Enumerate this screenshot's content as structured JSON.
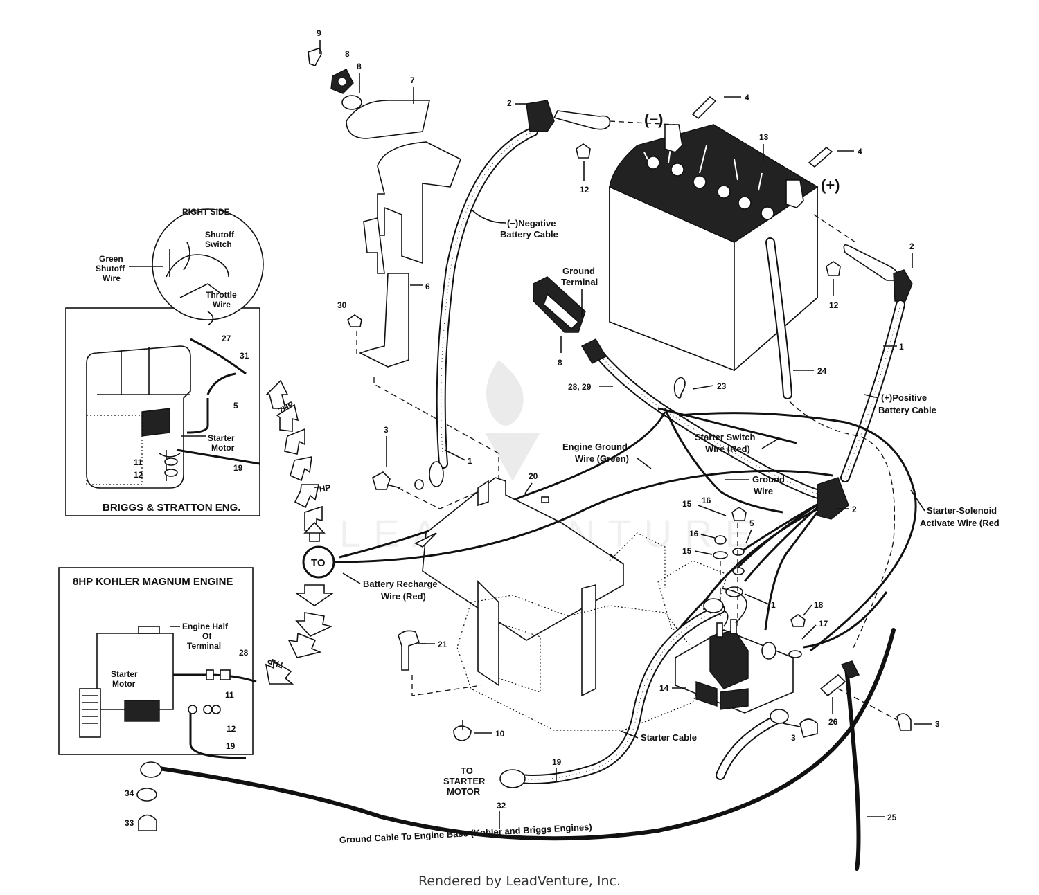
{
  "labels": {
    "right_side": "RIGHT SIDE",
    "shutoff_switch_1": "Shutoff",
    "shutoff_switch_2": "Switch",
    "green_shutoff_1": "Green",
    "green_shutoff_2": "Shutoff",
    "green_shutoff_3": "Wire",
    "throttle_1": "Throttle",
    "throttle_2": "Wire",
    "starter_motor_1": "Starter",
    "starter_motor_2": "Motor",
    "briggs": "BRIGGS & STRATTON ENG.",
    "kohler": "8HP KOHLER MAGNUM ENGINE",
    "engine_half_1": "Engine Half",
    "engine_half_2": "Of",
    "engine_half_3": "Terminal",
    "kohler_starter_1": "Starter",
    "kohler_starter_2": "Motor",
    "neg_cable_1": "(−)Negative",
    "neg_cable_2": "Battery Cable",
    "ground_terminal_1": "Ground",
    "ground_terminal_2": "Terminal",
    "neg_sign": "(−)",
    "pos_sign": "(+)",
    "pos_cable_1": "(+)Positive",
    "pos_cable_2": "Battery Cable",
    "engine_ground_1": "Engine Ground",
    "engine_ground_2": "Wire (Green)",
    "starter_switch_1": "Starter Switch",
    "starter_switch_2": "Wire (Red)",
    "ground_wire_1": "Ground",
    "ground_wire_2": "Wire",
    "solenoid_1": "Starter-Solenoid",
    "solenoid_2": "Activate Wire (Red",
    "to": "TO",
    "recharge_1": "Battery Recharge",
    "recharge_2": "Wire (Red)",
    "starter_cable": "Starter Cable",
    "to_starter_1": "TO",
    "to_starter_2": "STARTER",
    "to_starter_3": "MOTOR",
    "ground_cable": "Ground Cable To Engine Base (Kohler and Briggs Engines)",
    "hp7": "7HP",
    "watermark": "LEADVENTURE"
  },
  "parts": {
    "p1a": "1",
    "p1b": "1",
    "p1c": "1",
    "p2a": "2",
    "p2b": "2",
    "p2c": "2",
    "p3a": "3",
    "p3b": "3",
    "p3c": "3",
    "p4a": "4",
    "p4b": "4",
    "p5a": "5",
    "p5b": "5",
    "p6": "6",
    "p7": "7",
    "p8a": "8",
    "p8b": "8",
    "p8c": "8",
    "p9": "9",
    "p10": "10",
    "p11a": "11",
    "p11b": "11",
    "p12a": "12",
    "p12b": "12",
    "p12c": "12",
    "p12d": "12",
    "p13": "13",
    "p14": "14",
    "p15a": "15",
    "p15b": "15",
    "p16a": "16",
    "p16b": "16",
    "p17": "17",
    "p18": "18",
    "p19a": "19",
    "p19b": "19",
    "p19c": "19",
    "p20": "20",
    "p21": "21",
    "p23": "23",
    "p24": "24",
    "p25": "25",
    "p26": "26",
    "p27": "27",
    "p28a": "28, 29",
    "p28b": "28",
    "p30": "30",
    "p31": "31",
    "p32": "32",
    "p33": "33",
    "p34": "34"
  },
  "footer": "Rendered by LeadVenture, Inc."
}
